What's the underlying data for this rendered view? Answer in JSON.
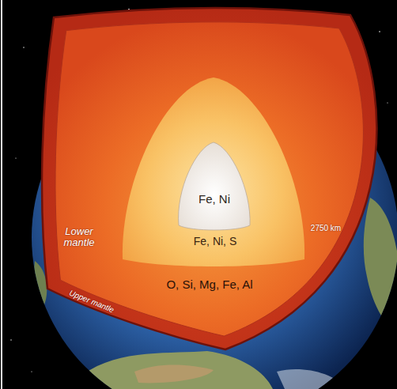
{
  "diagram": {
    "nodes": [
      {
        "text": [
          "Upper mantle"
        ]
      },
      {
        "text": [
          "Lower mantle",
          "O, Si, Mg, Fe, Al"
        ],
        "in": 0
      },
      {
        "text": [
          "Fe, Ni, S"
        ],
        "in": 1
      },
      {
        "text": [
          "Fe, Ni"
        ],
        "in": 2
      }
    ],
    "labels": [
      "2750 km"
    ]
  }
}
